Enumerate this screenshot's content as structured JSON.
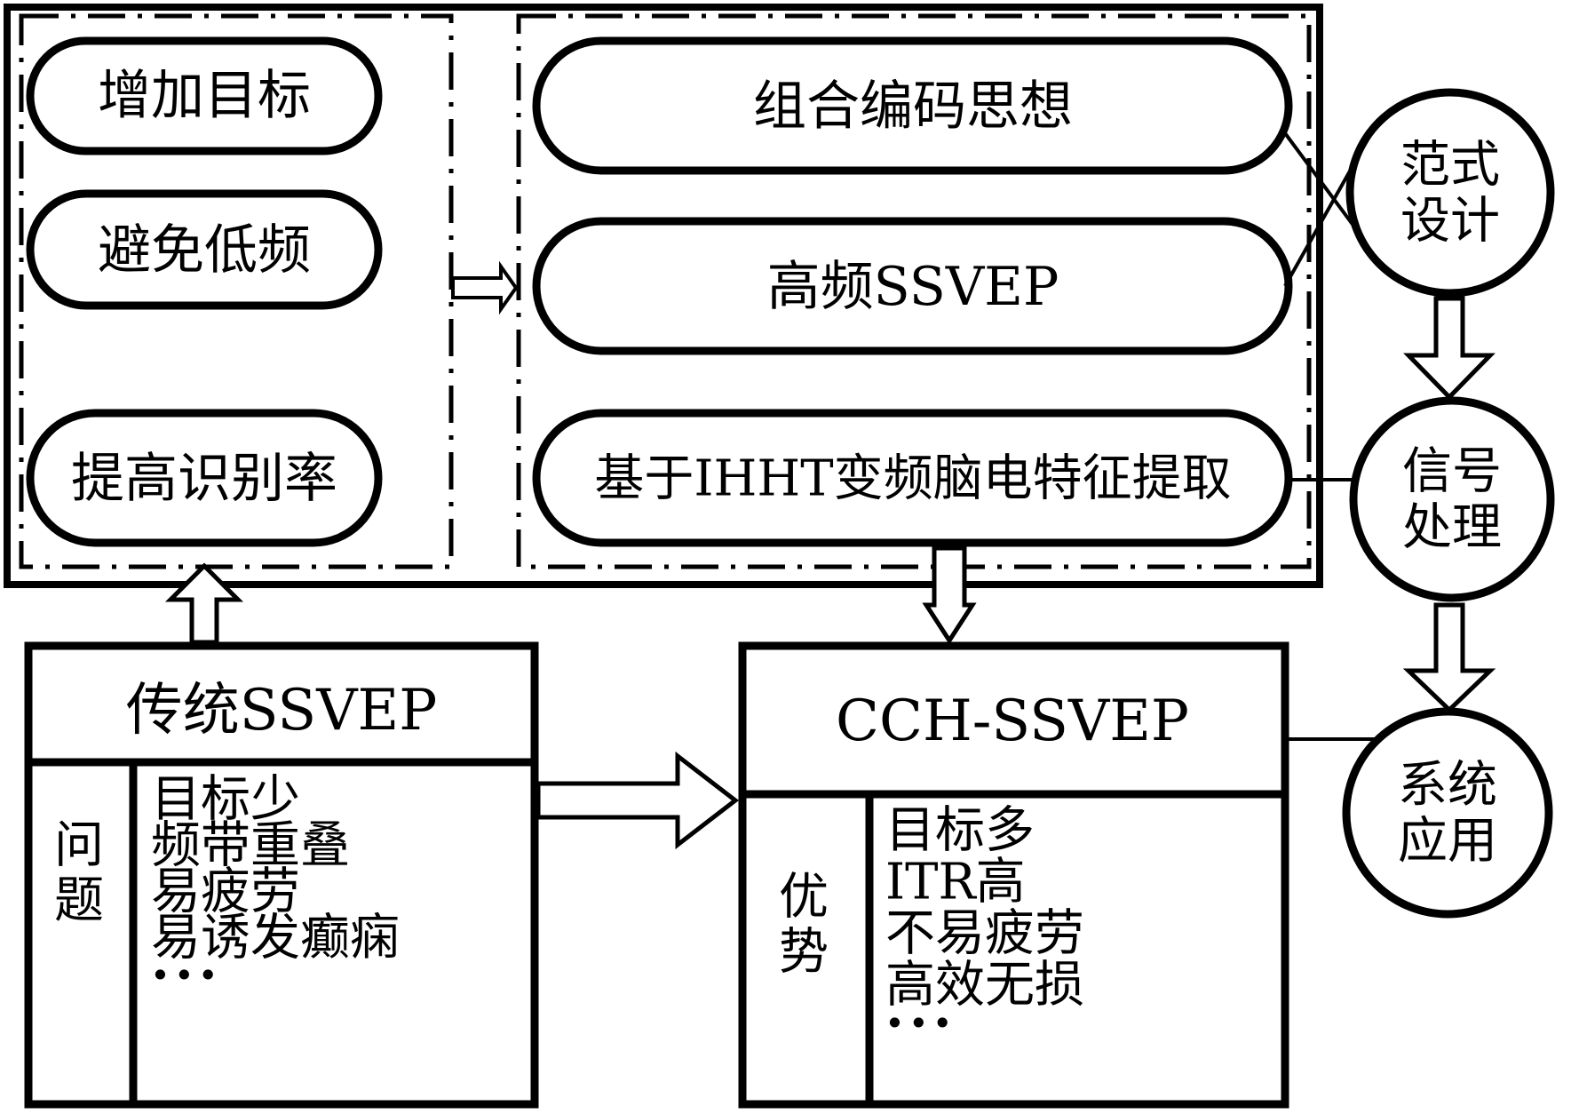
{
  "top_panel": {
    "goals": [
      "增加目标",
      "避免低频",
      "提高识别率"
    ],
    "methods": [
      "组合编码思想",
      "高频SSVEP",
      "基于IHHT变频脑电特征提取"
    ]
  },
  "stages": [
    {
      "line1": "范式",
      "line2": "设计"
    },
    {
      "line1": "信号",
      "line2": "处理"
    },
    {
      "line1": "系统",
      "line2": "应用"
    }
  ],
  "traditional": {
    "title": "传统SSVEP",
    "label": {
      "line1": "问",
      "line2": "题"
    },
    "items": [
      "目标少",
      "频带重叠",
      "易疲劳",
      "易诱发癫痫",
      "···"
    ]
  },
  "cch": {
    "title": "CCH-SSVEP",
    "label": {
      "line1": "优",
      "line2": "势"
    },
    "items": [
      "目标多",
      "ITR高",
      "不易疲劳",
      "高效无损",
      "···"
    ]
  },
  "colors": {
    "ink": "#000000",
    "paper": "#ffffff"
  }
}
